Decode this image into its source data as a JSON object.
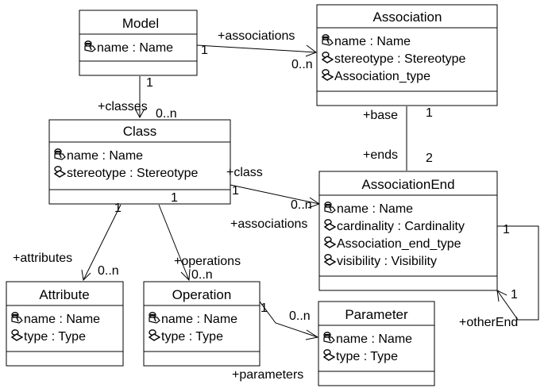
{
  "classes": [
    {
      "id": "model",
      "name": "Model",
      "attributes": [
        {
          "text": "name : Name"
        }
      ]
    },
    {
      "id": "association",
      "name": "Association",
      "attributes": [
        {
          "text": "name : Name"
        },
        {
          "text": "stereotype : Stereotype"
        },
        {
          "text": "Association_type"
        }
      ]
    },
    {
      "id": "class",
      "name": "Class",
      "attributes": [
        {
          "text": "name : Name"
        },
        {
          "text": "stereotype : Stereotype"
        }
      ]
    },
    {
      "id": "association-end",
      "name": "AssociationEnd",
      "attributes": [
        {
          "text": "name : Name"
        },
        {
          "text": "cardinality : Cardinality"
        },
        {
          "text": "Association_end_type"
        },
        {
          "text": "visibility : Visibility"
        }
      ]
    },
    {
      "id": "attribute",
      "name": "Attribute",
      "attributes": [
        {
          "text": "name : Name"
        },
        {
          "text": "type : Type"
        }
      ]
    },
    {
      "id": "operation",
      "name": "Operation",
      "attributes": [
        {
          "text": "name : Name"
        },
        {
          "text": "type : Type"
        }
      ]
    },
    {
      "id": "parameter",
      "name": "Parameter",
      "attributes": [
        {
          "text": "name : Name"
        },
        {
          "text": "type : Type"
        }
      ]
    }
  ],
  "labels": {
    "model_assoc_role": "+associations",
    "model_assoc_src_mult": "1",
    "model_assoc_dst_mult": "0..n",
    "model_class_src_mult": "1",
    "model_class_role": "+classes",
    "model_class_dst_mult": "0..n",
    "assoc_base_role": "+base",
    "assoc_base_mult": "1",
    "assoc_ends_role": "+ends",
    "assoc_ends_mult": "2",
    "class_end_role": "+class",
    "class_end_src_mult": "1",
    "class_end_dst_mult": "0..n",
    "class_end_assoc_role": "+associations",
    "class_attr_src_mult": "1",
    "class_attr_role": "+attributes",
    "class_attr_dst_mult": "0..n",
    "class_op_src_mult": "1",
    "class_op_role": "+operations",
    "class_op_dst_mult": "0..n",
    "op_param_src_mult": "1",
    "op_param_dst_mult": "0..n",
    "op_param_role": "+parameters",
    "self_src_mult": "1",
    "self_dst_mult": "1",
    "self_role": "+otherEnd"
  }
}
